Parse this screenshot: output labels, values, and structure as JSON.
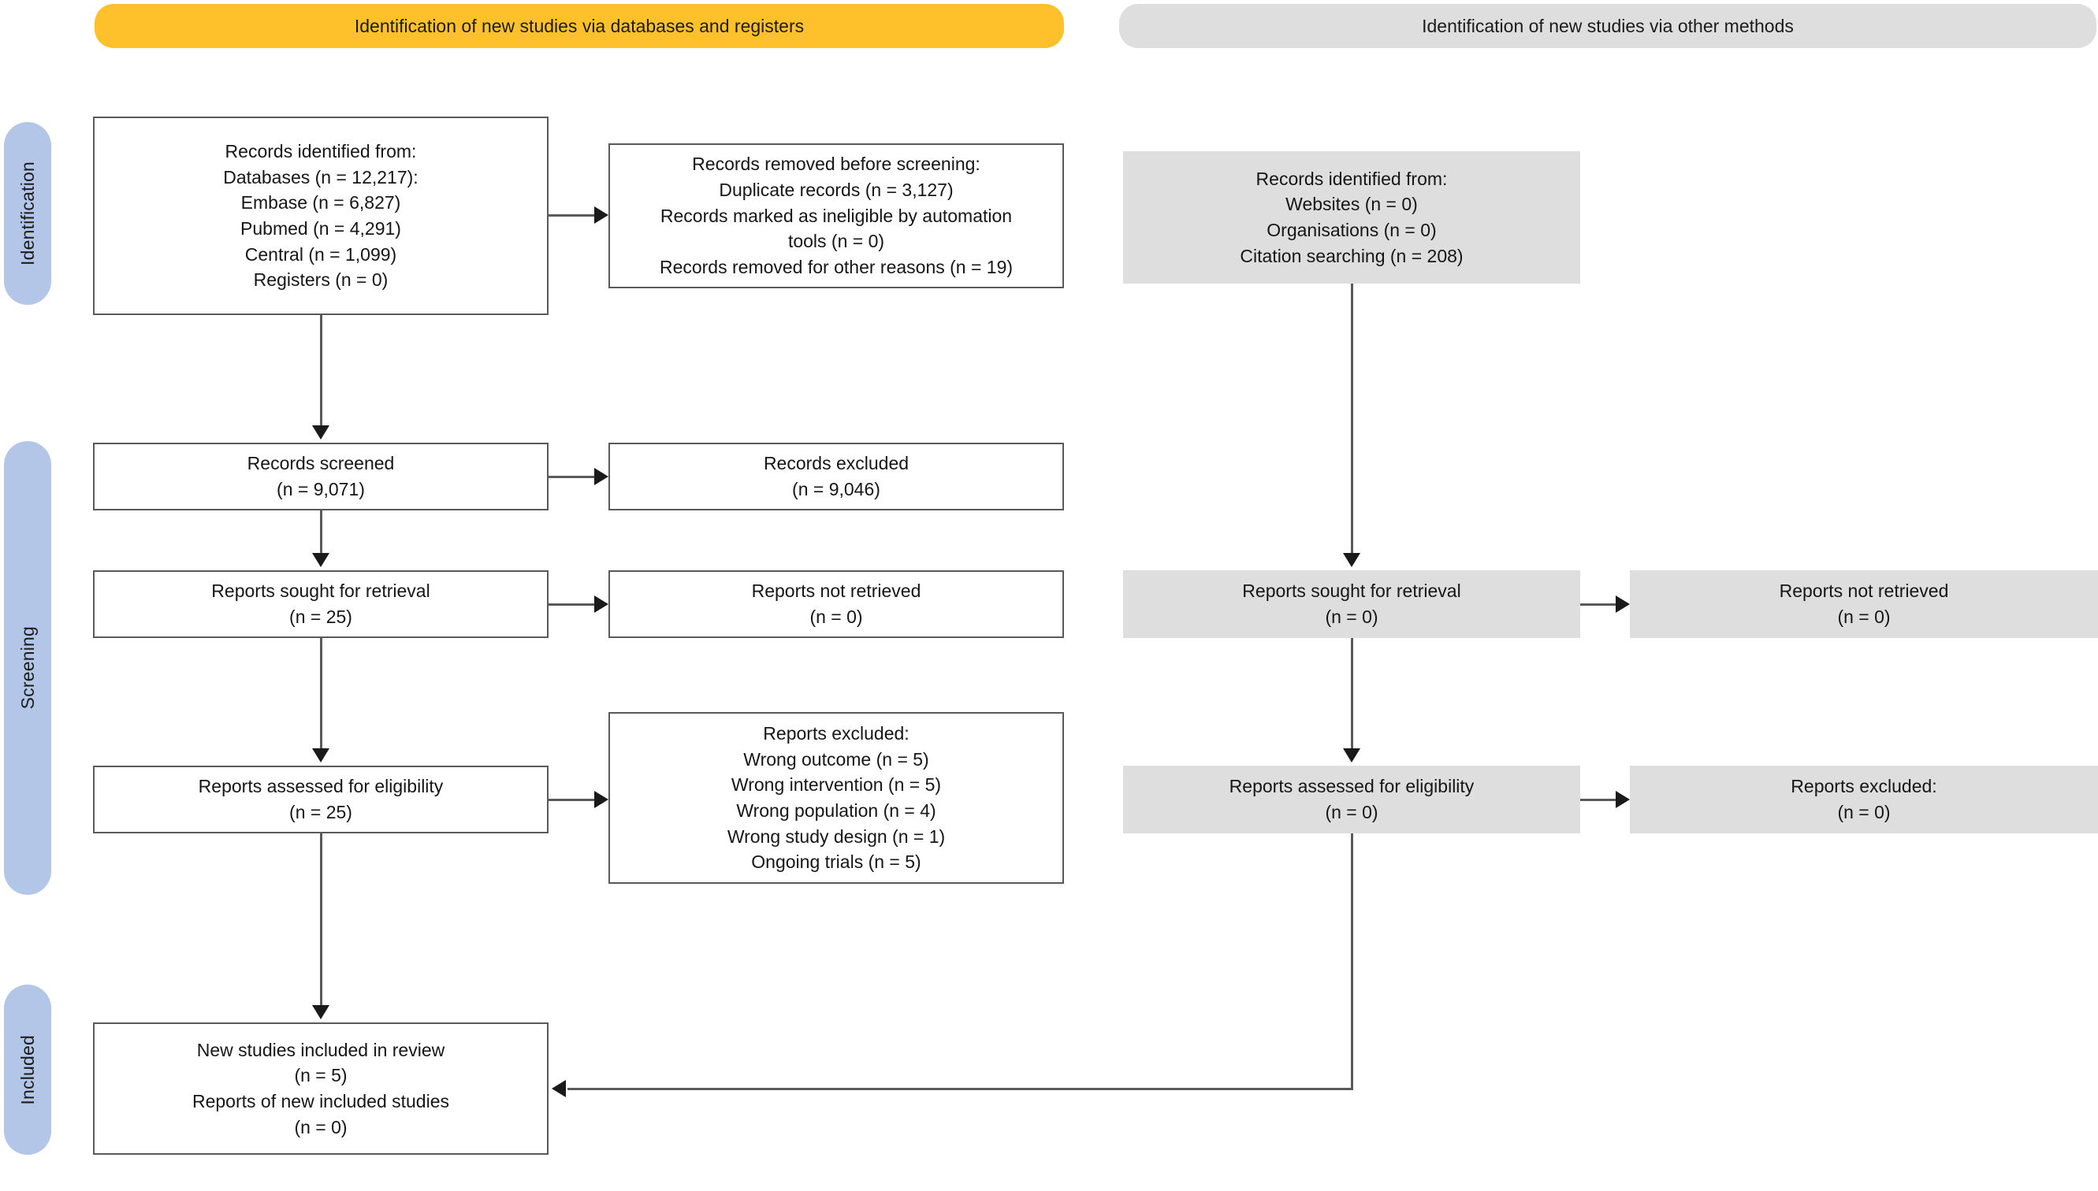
{
  "columns": {
    "left_header": "Identification of new studies via databases and registers",
    "right_header": "Identification of new studies via other methods"
  },
  "stages": [
    {
      "label": "Identification"
    },
    {
      "label": "Screening"
    },
    {
      "label": "Included"
    }
  ],
  "colors": {
    "left_header_bg": "#ffc12b",
    "right_header_bg": "#dededf",
    "stage_tab_bg": "#b3c6e7",
    "grey_box_bg": "#dededf",
    "box_border": "#5a5a5a",
    "connector": "#5a5a5a",
    "text": "#161616"
  },
  "boxes": {
    "records_identified": {
      "lines": [
        "Records identified from:",
        "Databases (n = 12,217):",
        "Embase (n = 6,827)",
        "Pubmed (n = 4,291)",
        "Central (n = 1,099)",
        "Registers (n = 0)"
      ]
    },
    "records_removed": {
      "lines": [
        "Records removed before screening:",
        "Duplicate records (n = 3,127)",
        "Records marked as ineligible by automation",
        "tools (n = 0)",
        "Records removed for other reasons (n = 19)"
      ]
    },
    "records_screened": {
      "lines": [
        "Records screened",
        "(n = 9,071)"
      ]
    },
    "records_excluded": {
      "lines": [
        "Records excluded",
        "(n = 9,046)"
      ]
    },
    "reports_sought": {
      "lines": [
        "Reports sought for retrieval",
        "(n = 25)"
      ]
    },
    "reports_not_retrieved": {
      "lines": [
        "Reports not retrieved",
        "(n = 0)"
      ]
    },
    "reports_assessed": {
      "lines": [
        "Reports assessed for eligibility",
        "(n = 25)"
      ]
    },
    "reports_excluded": {
      "lines": [
        "Reports excluded:",
        "Wrong outcome (n = 5)",
        "Wrong intervention (n = 5)",
        "Wrong population (n = 4)",
        "Wrong study design (n = 1)",
        "Ongoing trials (n = 5)"
      ]
    },
    "new_studies_included": {
      "lines": [
        "New studies included in review",
        "(n = 5)",
        "Reports of new included studies",
        "(n = 0)"
      ]
    },
    "other_records_identified": {
      "lines": [
        "Records identified from:",
        "Websites (n = 0)",
        "Organisations (n = 0)",
        "Citation searching (n = 208)"
      ]
    },
    "other_reports_sought": {
      "lines": [
        "Reports sought for retrieval",
        "(n = 0)"
      ]
    },
    "other_reports_not_retrieved": {
      "lines": [
        "Reports not retrieved",
        "(n = 0)"
      ]
    },
    "other_reports_assessed": {
      "lines": [
        "Reports assessed for eligibility",
        "(n = 0)"
      ]
    },
    "other_reports_excluded": {
      "lines": [
        "Reports excluded:",
        "(n = 0)"
      ]
    }
  }
}
